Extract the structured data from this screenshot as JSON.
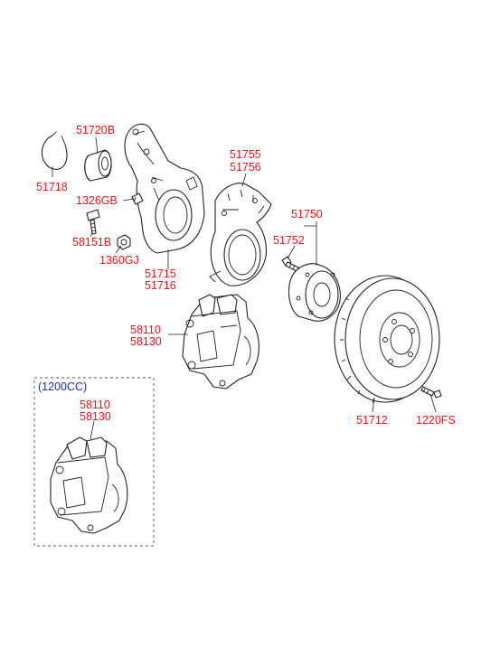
{
  "labels": {
    "l_51720B": "51720B",
    "l_51718": "51718",
    "l_1326GB": "1326GB",
    "l_58151B": "58151B",
    "l_1360GJ": "1360GJ",
    "l_51715": "51715",
    "l_51716": "51716",
    "l_51755": "51755",
    "l_51756": "51756",
    "l_51750": "51750",
    "l_51752": "51752",
    "l_58110_a": "58110",
    "l_58130_a": "58130",
    "l_51712": "51712",
    "l_1220FS": "1220FS",
    "variant_tag": "(1200CC)",
    "l_58110_b": "58110",
    "l_58130_b": "58130"
  },
  "colors": {
    "label_red": "#e0191c",
    "label_blue": "#1c2fa8",
    "line": "#222222"
  }
}
